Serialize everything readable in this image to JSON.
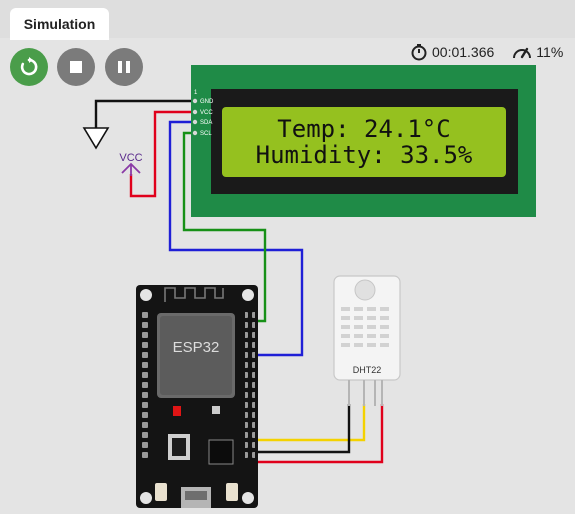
{
  "tab": {
    "label": "Simulation"
  },
  "controls": {
    "restart_icon": "restart-icon",
    "stop_icon": "stop-icon",
    "pause_icon": "pause-icon"
  },
  "status": {
    "elapsed_time": "00:01.366",
    "performance": "11%"
  },
  "lcd": {
    "line1": "Temp: 24.1°C",
    "line2": "Humidity: 33.5%",
    "pins": [
      "GND",
      "VCC",
      "SDA",
      "SCL"
    ],
    "pin1_mark": "1",
    "backlight_color": "#95c11f",
    "board_color": "#1f8b47"
  },
  "power": {
    "vcc_label": "VCC"
  },
  "esp32": {
    "chip_label": "ESP32"
  },
  "dht22": {
    "label": "DHT22"
  },
  "wires": {
    "black": "#111111",
    "red": "#e0001b",
    "blue": "#1f1fd6",
    "green": "#179017",
    "yellow": "#f4d200"
  }
}
